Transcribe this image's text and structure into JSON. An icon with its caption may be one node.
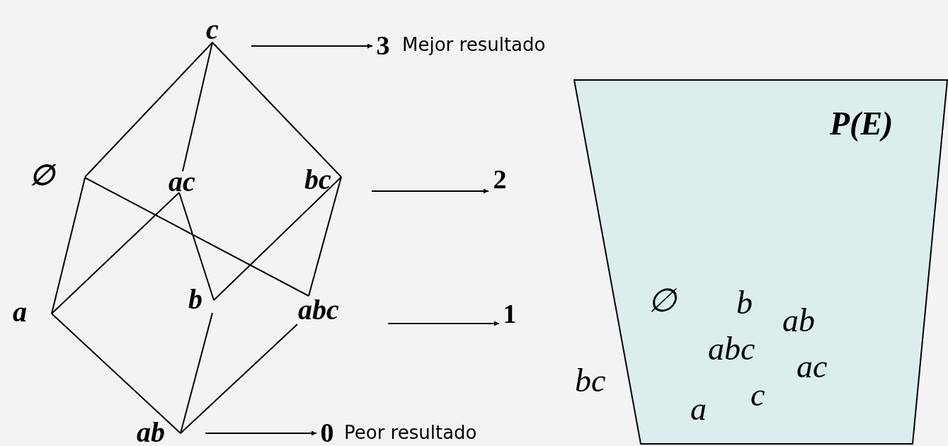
{
  "diagram": {
    "nodes": [
      {
        "text": [
          "c"
        ]
      },
      {
        "text": [
          "∅"
        ]
      },
      {
        "text": [
          "ac"
        ]
      },
      {
        "text": [
          "bc"
        ]
      },
      {
        "text": [
          "a"
        ]
      },
      {
        "text": [
          "b"
        ]
      },
      {
        "text": [
          "abc"
        ]
      },
      {
        "text": [
          "ab"
        ]
      },
      {
        "text": [
          "3"
        ],
        "beside": [
          "Mejor resultado"
        ]
      },
      {
        "text": [
          "2"
        ]
      },
      {
        "text": [
          "1"
        ]
      },
      {
        "text": [
          "0"
        ],
        "beside": [
          "Peor resultado"
        ]
      },
      {
        "text": [
          "P(E)",
          "∅",
          "b",
          "ab",
          "abc",
          "ac",
          "bc",
          "c",
          "a"
        ]
      }
    ],
    "edges": [
      {
        "from": 0,
        "to": 1,
        "arrow": "none"
      },
      {
        "from": 0,
        "to": 2,
        "arrow": "none"
      },
      {
        "from": 0,
        "to": 3,
        "arrow": "none"
      },
      {
        "from": 1,
        "to": 4,
        "arrow": "none"
      },
      {
        "from": 1,
        "to": 6,
        "arrow": "none"
      },
      {
        "from": 2,
        "to": 4,
        "arrow": "none"
      },
      {
        "from": 2,
        "to": 5,
        "arrow": "none"
      },
      {
        "from": 3,
        "to": 5,
        "arrow": "none"
      },
      {
        "from": 3,
        "to": 6,
        "arrow": "none"
      },
      {
        "from": 4,
        "to": 7,
        "arrow": "none"
      },
      {
        "from": 5,
        "to": 7,
        "arrow": "none"
      },
      {
        "from": 6,
        "to": 7,
        "arrow": "none"
      },
      {
        "from": null,
        "to": 8,
        "arrow": "to"
      },
      {
        "from": null,
        "to": 9,
        "arrow": "to"
      },
      {
        "from": null,
        "to": 10,
        "arrow": "to"
      },
      {
        "from": null,
        "to": 11,
        "arrow": "to"
      }
    ]
  }
}
